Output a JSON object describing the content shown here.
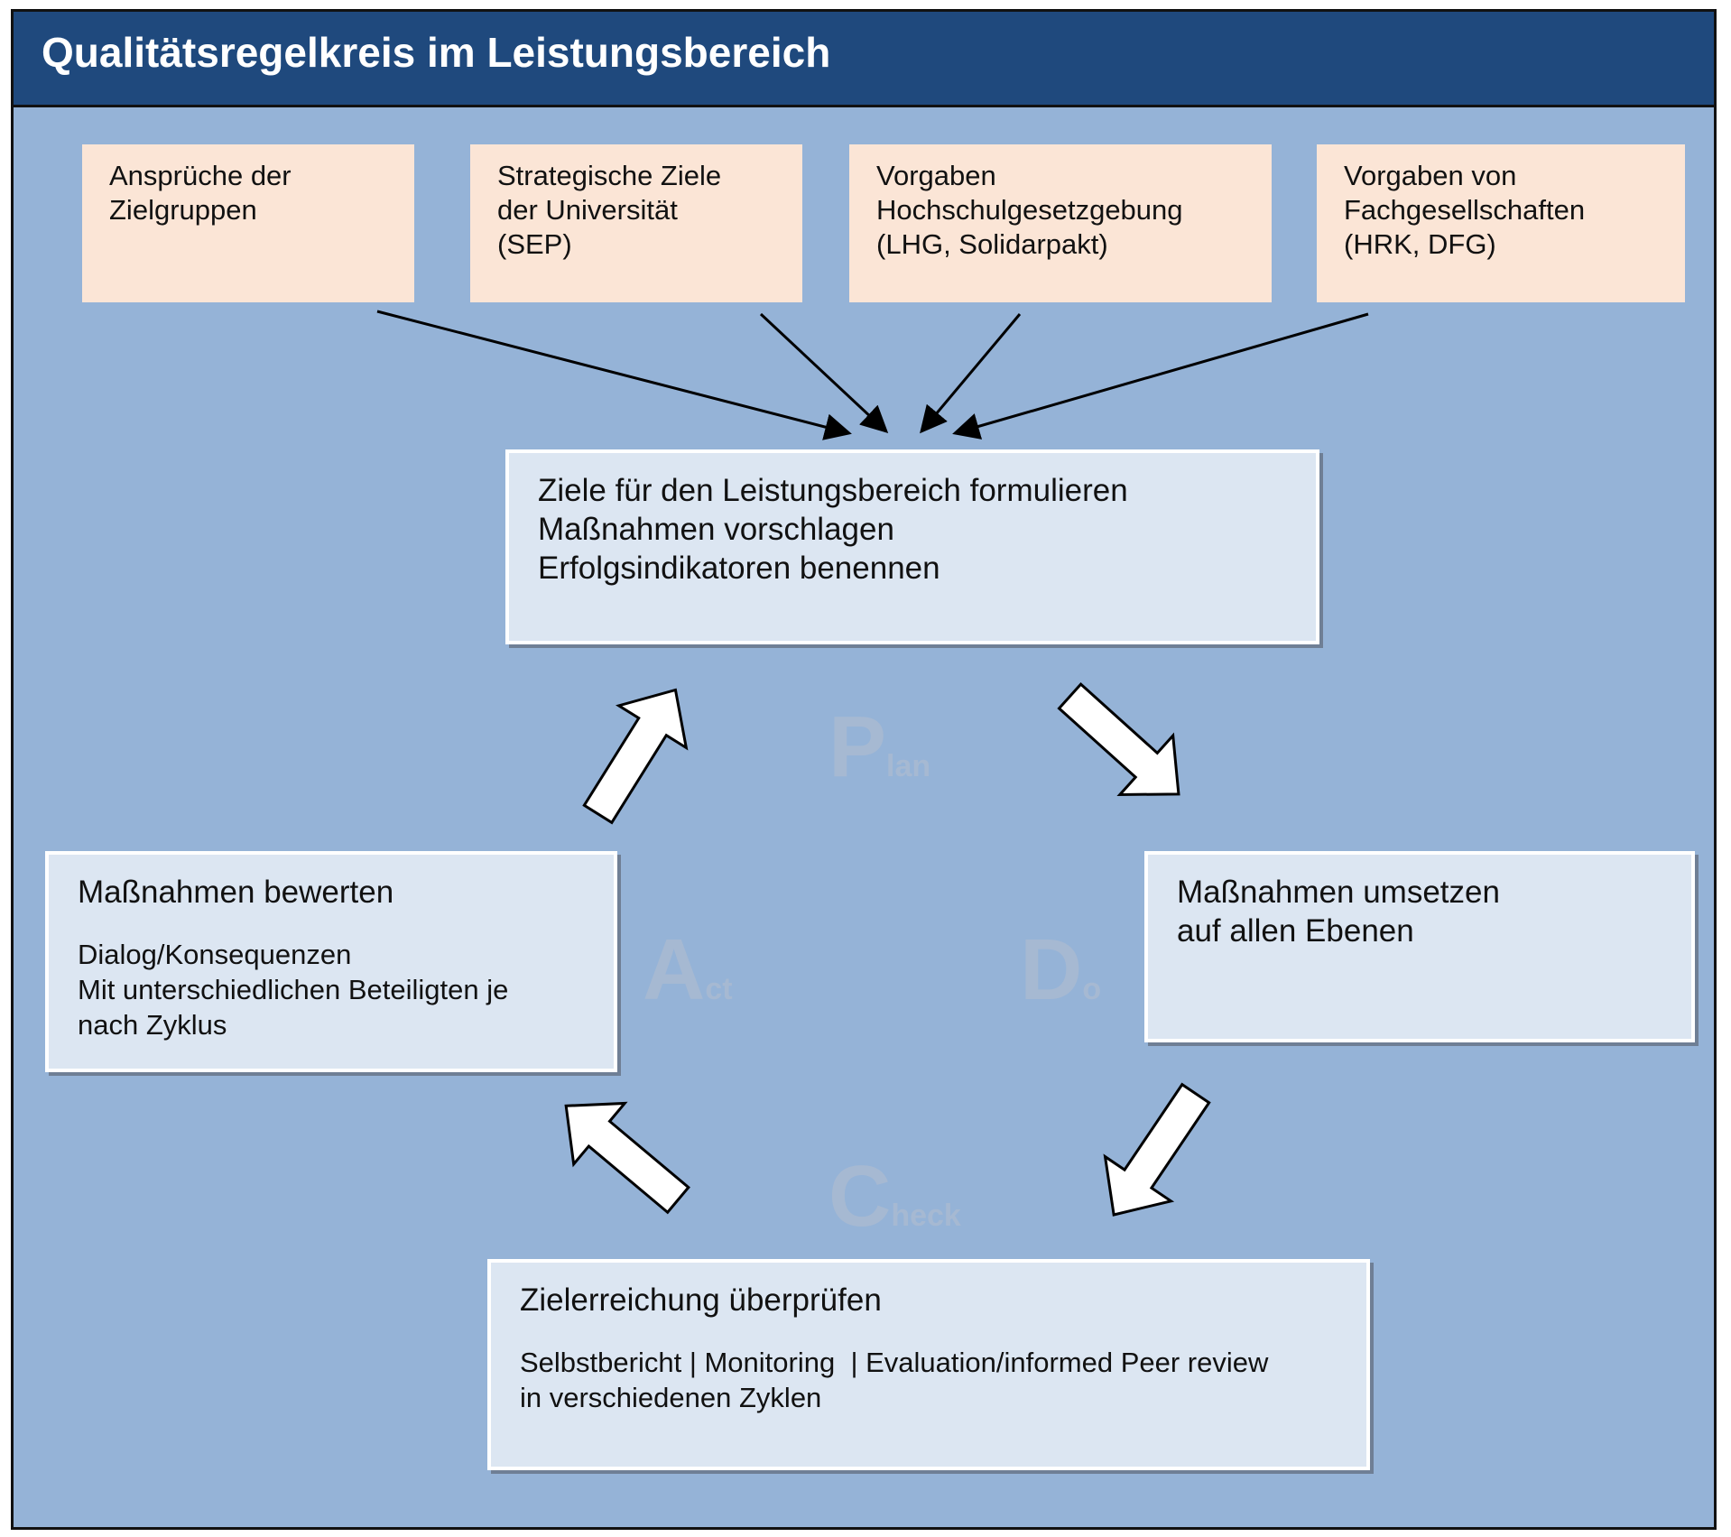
{
  "title": "Qualitätsregelkreis im Leistungsbereich",
  "inputs": [
    {
      "lines": [
        "Ansprüche der",
        "Zielgruppen"
      ]
    },
    {
      "lines": [
        "Strategische Ziele",
        "der Universität",
        "(SEP)"
      ]
    },
    {
      "lines": [
        "Vorgaben",
        "Hochschulgesetzgebung",
        "(LHG, Solidarpakt)"
      ]
    },
    {
      "lines": [
        "Vorgaben von",
        "Fachgesellschaften",
        "(HRK, DFG)"
      ]
    }
  ],
  "plan_box": {
    "lines": [
      "Ziele für den Leistungsbereich formulieren",
      "Maßnahmen vorschlagen",
      "Erfolgsindikatoren benennen"
    ]
  },
  "do_box": {
    "lines": [
      "Maßnahmen umsetzen",
      "auf allen Ebenen"
    ]
  },
  "check_box": {
    "heading": "Zielerreichung überprüfen",
    "lines": [
      "Selbstbericht | Monitoring  | Evaluation/informed Peer review",
      "in verschiedenen Zyklen"
    ]
  },
  "act_box": {
    "heading": "Maßnahmen bewerten",
    "lines": [
      "Dialog/Konsequenzen",
      "Mit unterschiedlichen Beteiligten je",
      "nach Zyklus"
    ]
  },
  "cycle": {
    "plan": {
      "initial": "P",
      "rest": "lan"
    },
    "do": {
      "initial": "D",
      "rest": "o"
    },
    "check": {
      "initial": "C",
      "rest": "heck"
    },
    "act": {
      "initial": "A",
      "rest": "ct"
    }
  },
  "colors": {
    "header": "#1f497d",
    "canvas": "#95b3d7",
    "input_box": "#fbe5d6",
    "step_box": "#dce6f2",
    "cycle_text": "#a6b9d2"
  }
}
